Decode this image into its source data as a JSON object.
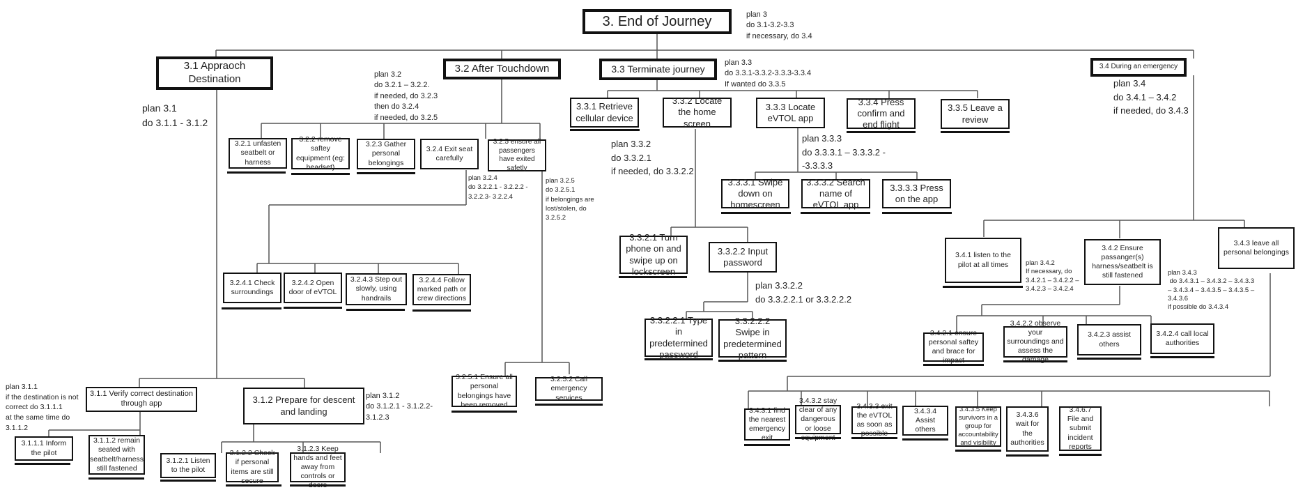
{
  "diagram": {
    "title": "3. End of Journey",
    "plans": {
      "p3": "plan 3\ndo 3.1-3.2-3.3\nif necessary, do 3.4",
      "p31": "plan 3.1\ndo 3.1.1 - 3.1.2",
      "p32": "plan 3.2\ndo 3.2.1 – 3.2.2.\nif needed, do 3.2.3\nthen do 3.2.4\nif needed, do 3.2.5",
      "p33": "plan 3.3\ndo 3.3.1-3.3.2-3.3.3-3.3.4\nIf wanted do 3.3.5",
      "p34": "plan 3.4\ndo 3.4.1 – 3.4.2\nif needed, do 3.4.3",
      "p311": "plan 3.1.1\nif the destination is not\ncorrect do 3.1.1.1\nat the same time do\n3.1.1.2",
      "p312": "plan 3.1.2\ndo 3.1.2.1 - 3.1.2.2-\n3.1.2.3",
      "p324": "plan 3.2.4\ndo 3.2.2.1 - 3.2.2.2 -\n3.2.2.3- 3.2.2.4",
      "p325": "plan 3.2.5\ndo 3.2.5.1\nif belongings are\nlost/stolen, do\n3.2.5.2",
      "p332": "plan 3.3.2\ndo 3.3.2.1\nif needed, do 3.3.2.2",
      "p333": "plan 3.3.3\ndo 3.3.3.1 – 3.3.3.2 -\n-3.3.3.3",
      "p3322": "plan 3.3.2.2\ndo 3.3.2.2.1 or 3.3.2.2.2",
      "p342": "plan 3.4.2\nIf necessary, do\n3.4.2.1 – 3.4.2.2 –\n3.4.2.3 – 3.4.2.4",
      "p343": "plan 3.4.3\n do 3.4.3.1 – 3.4.3.2 – 3.4.3.3\n– 3.4.3.4 – 3.4.3.5 – 3.4.3.5 –\n3.4.3.6\nif possible do 3.4.3.4"
    },
    "nodes": {
      "n3": "3. End of Journey",
      "n31": "3.1 Appraoch Destination",
      "n32": "3.2 After Touchdown",
      "n33": "3.3 Terminate journey",
      "n34": "3.4 During an emergency",
      "n311": "3.1.1 Verify correct destination through app",
      "n312": "3.1.2 Prepare for descent and landing",
      "n3111": "3.1.1.1  Inform the pilot",
      "n3112": "3.1.1.2 remain seated with seatbelt/harness still fastened",
      "n3121": "3.1.2.1 Listen to the pilot",
      "n3122": "3.1.2.2 Check if personal items are still secure",
      "n3123": "3.1.2.3 Keep hands and feet away from controls or doors",
      "n321": "3.2.1 unfasten seatbelt or harness",
      "n322": "3.2.2 remove saftey equipment (eg: headset)",
      "n323": "3.2.3 Gather personal belongings",
      "n324": "3.2.4 Exit seat carefully",
      "n325": "3.2.5 ensure all passengers have exited safetly",
      "n3241": "3.2.4.1 Check surroundings",
      "n3242": "3.2.4.2 Open door of eVTOL",
      "n3243": "3.2.4.3 Step out slowly, using handrails",
      "n3244": "3.2.4.4 Follow marked path or crew directions",
      "n3251": "3.2.5.1 Ensure all personal belongings have been removed",
      "n3252": "3.2.5.2 Call emergency services",
      "n331": "3.3.1 Retrieve cellular device",
      "n332": "3.3.2 Locate the home screen",
      "n333": "3.3.3 Locate eVTOL app",
      "n334": "3.3.4 Press confirm and end flight",
      "n335": "3.3.5 Leave a review",
      "n3321": "3.3.2.1 Turn phone on and swipe up on lockscreen",
      "n3322": "3.3.2.2 Input password",
      "n33221": "3.3.2.2.1 Type in predetermined password",
      "n33222": "3.3.2.2.2 Swipe in predetermined pattern",
      "n3331": "3.3.3.1 Swipe down on homescreen",
      "n3332": "3.3.3.2 Search name of eVTOL app",
      "n3333": "3.3.3.3 Press on the app",
      "n341": "3.4.1 listen to the pilot at all times",
      "n342": "3.4.2 Ensure passanger(s) harness/seatbelt is still fastened",
      "n343": "3.4.3 leave all personal belongings",
      "n3421": "3.4.2.1 ensure personal saftey and brace for impact",
      "n3422": "3.4.2.2 observe your surroundings and assess the damage",
      "n3423": "3.4.2.3 assist others",
      "n3424": "3.4.2.4 call local authorities",
      "n3431": "3.4.3.1 find the nearest emergency exit",
      "n3432": "3.4.3.2 stay clear of any dangerous or loose equipment",
      "n3433": "3.4.3.3 exit the eVTOL as soon as possible",
      "n3434": "3.4.3.4 Assist others",
      "n3435": "3.4.3.5 Keep survivors in a group for accountability and visibility",
      "n3436": "3.4.3.6 wait for the authorities",
      "n3467": "3.4.6.7 File and submit incident reports"
    }
  }
}
